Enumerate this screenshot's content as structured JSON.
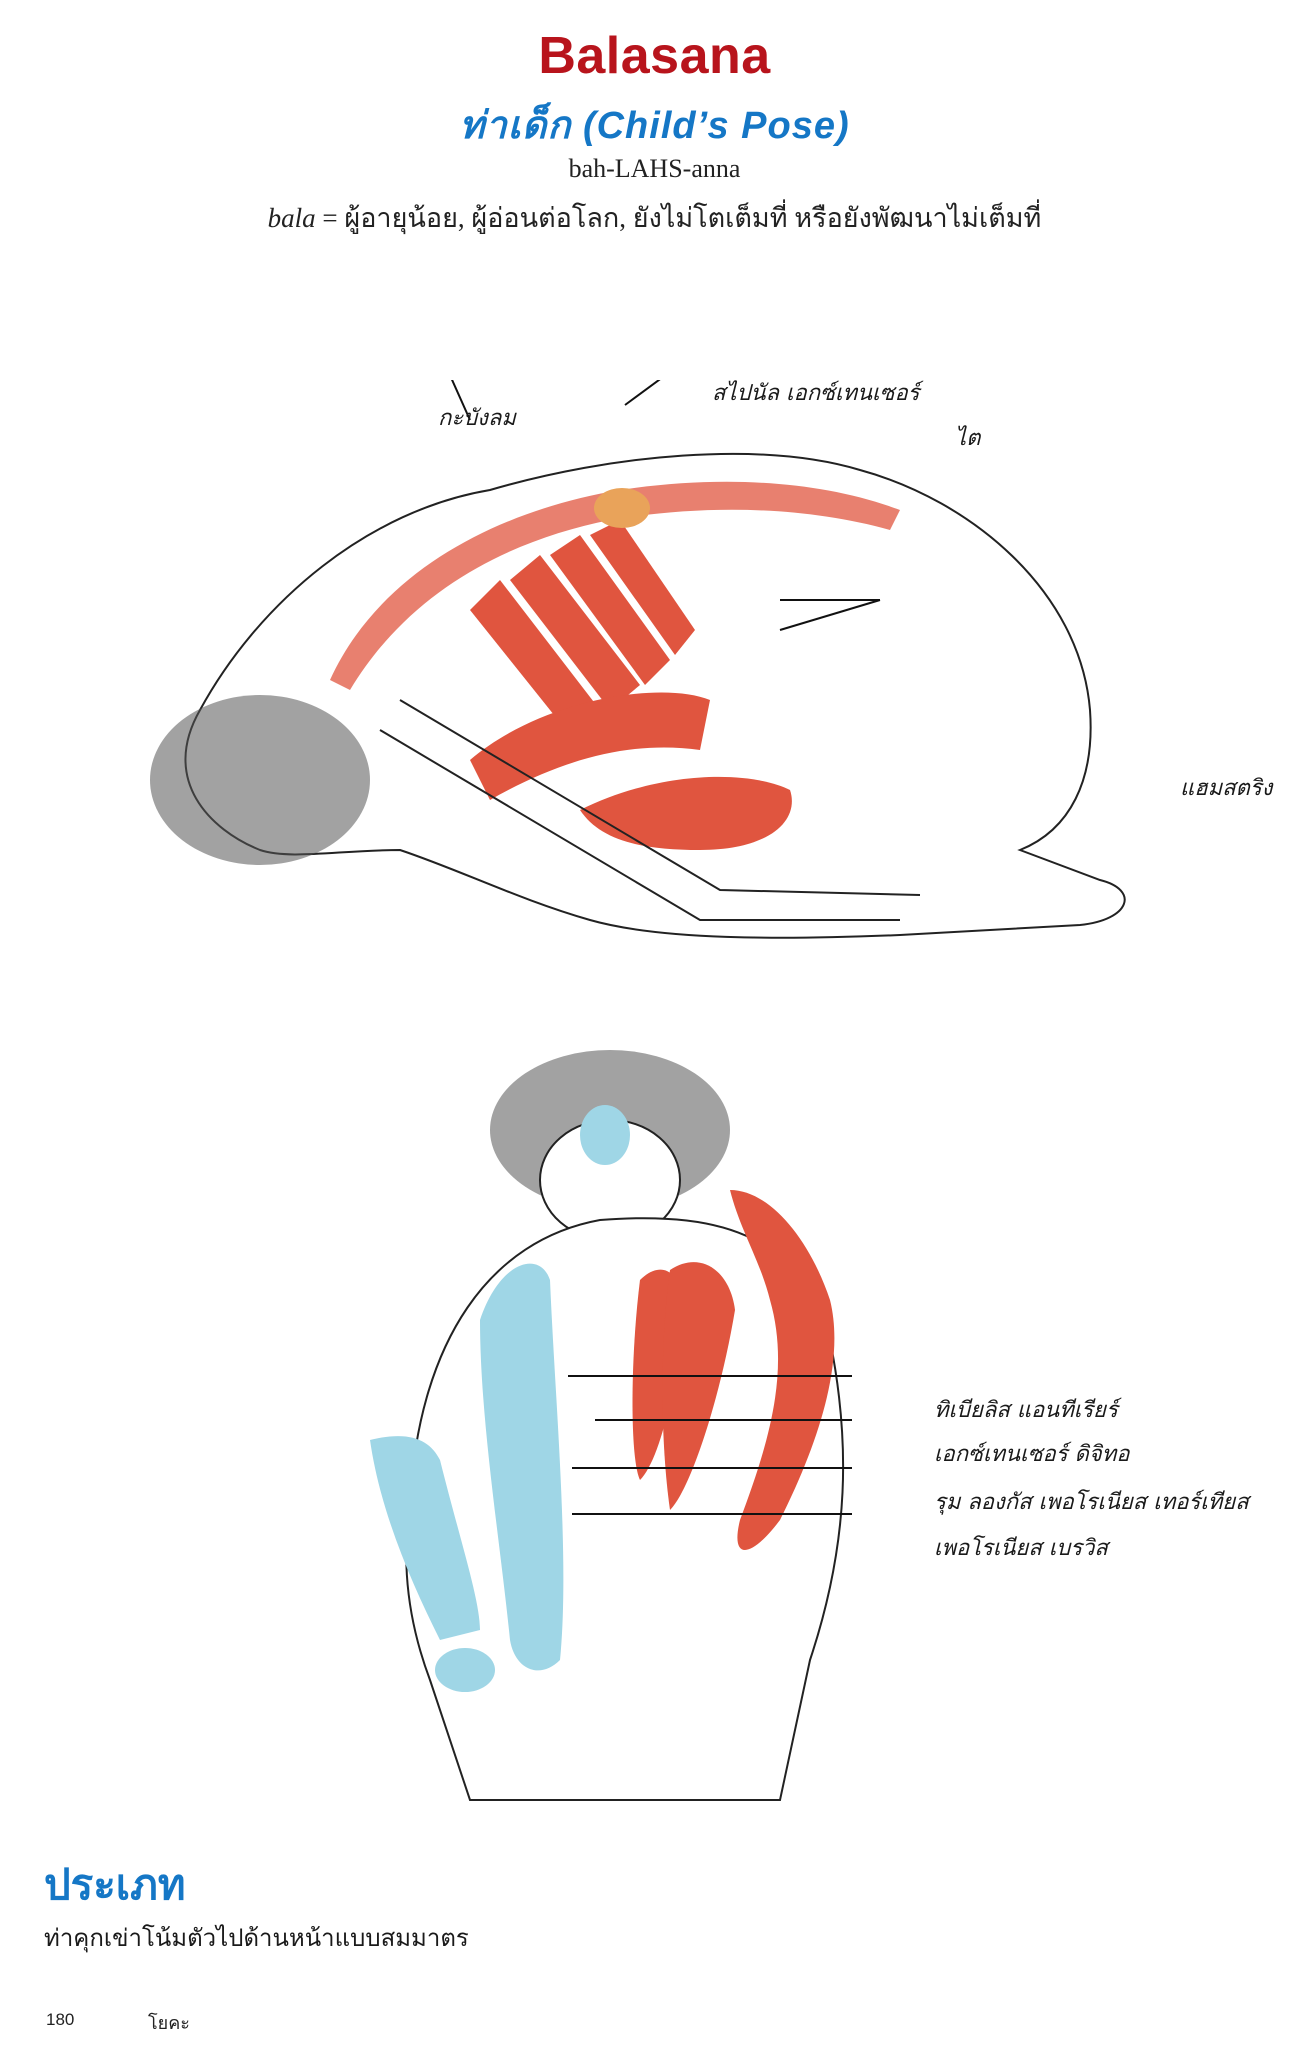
{
  "header": {
    "title": "Balasana",
    "subtitle": "ท่าเด็ก (Child’s Pose)",
    "pronunciation": "bah-LAHS-anna",
    "meaning_term": "bala",
    "meaning_text": " = ผู้อายุน้อย, ผู้อ่อนต่อโลก, ยังไม่โตเต็มที่ หรือยังพัฒนาไม่เต็มที่"
  },
  "figure_side": {
    "labels": {
      "diaphragm": "กะบังลม",
      "spinal_extensors": "สไปนัล เอกซ์เทนเซอร์",
      "kidney": "ไต",
      "hamstrings": "แฮมสตริง"
    },
    "colors": {
      "muscle": "#e0553f",
      "muscle_light": "#f0a090",
      "kidney": "#e9a35a"
    }
  },
  "figure_front": {
    "labels": [
      "ทิเบียลิส แอนทีเรียร์",
      "เอกซ์เทนเซอร์ ดิจิทอ",
      "รุม ลองกัส เพอโรเนียส เทอร์เทียส",
      "เพอโรเนียส เบรวิส"
    ],
    "colors": {
      "muscle": "#e0553f",
      "stretch": "#9fd6e6"
    }
  },
  "section": {
    "title": "ประเภท",
    "body": "ท่าคุกเข่าโน้มตัวไปด้านหน้าแบบสมมาตร"
  },
  "footer": {
    "page_number": "180",
    "book_title": "โยคะ"
  }
}
